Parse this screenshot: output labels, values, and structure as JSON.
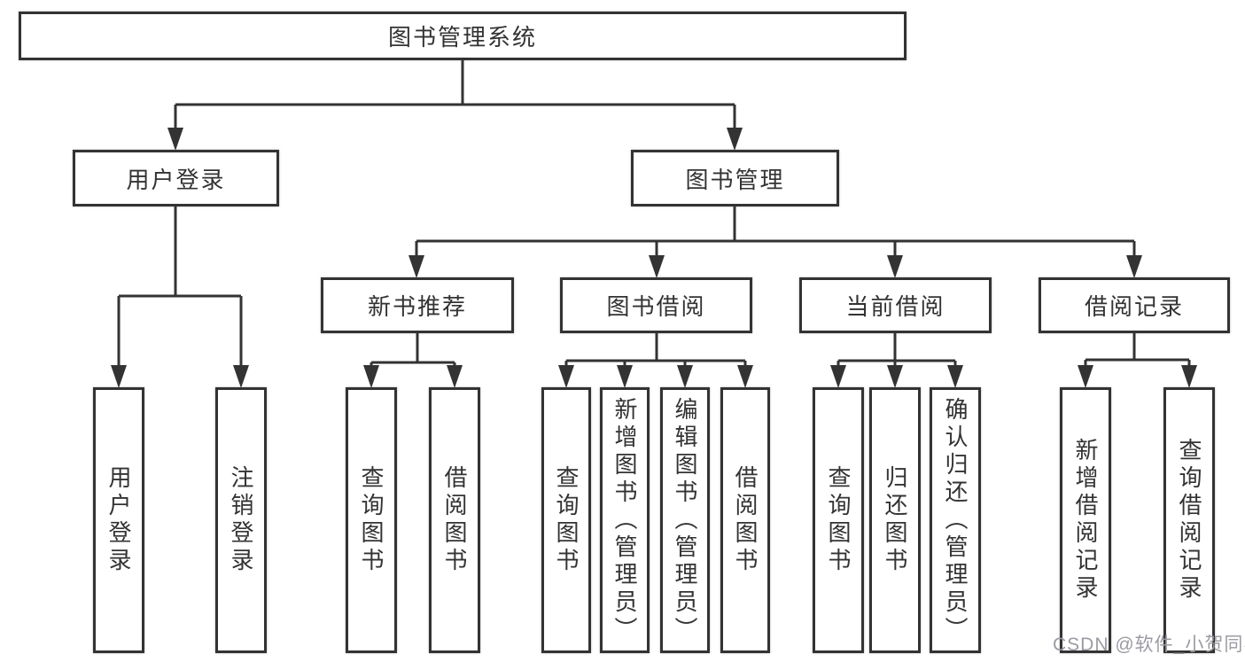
{
  "tree": {
    "root": "图书管理系统",
    "branches": [
      {
        "label": "用户登录",
        "children": [
          "用户登录",
          "注销登录"
        ]
      },
      {
        "label": "图书管理",
        "sections": [
          {
            "label": "新书推荐",
            "children": [
              "查询图书",
              "借阅图书"
            ]
          },
          {
            "label": "图书借阅",
            "children": [
              "查询图书",
              "新增图书（管理员）",
              "编辑图书（管理员）",
              "借阅图书"
            ]
          },
          {
            "label": "当前借阅",
            "children": [
              "查询图书",
              "归还图书",
              "确认归还（管理员）"
            ]
          },
          {
            "label": "借阅记录",
            "children": [
              "新增借阅记录",
              "查询借阅记录"
            ]
          }
        ]
      }
    ]
  },
  "watermark": {
    "text": "CSDN @软件_小贺同学"
  },
  "colors": {
    "line": "#333333",
    "text": "#333333",
    "box_background": "#ffffff",
    "watermark": "#9b9ba3"
  }
}
